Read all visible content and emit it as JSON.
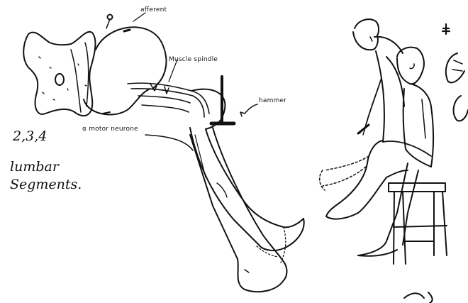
{
  "labels": {
    "afferent": "afferent",
    "muscle_spindle": "Muscle spindle",
    "hammer": "hammer",
    "motor_neurone": "α motor neurone",
    "segments_numbers": "2,3,4",
    "segments_word1": "lumbar",
    "segments_word2": "Segments."
  },
  "colors": {
    "ink": "#111111",
    "background": "#ffffff"
  }
}
